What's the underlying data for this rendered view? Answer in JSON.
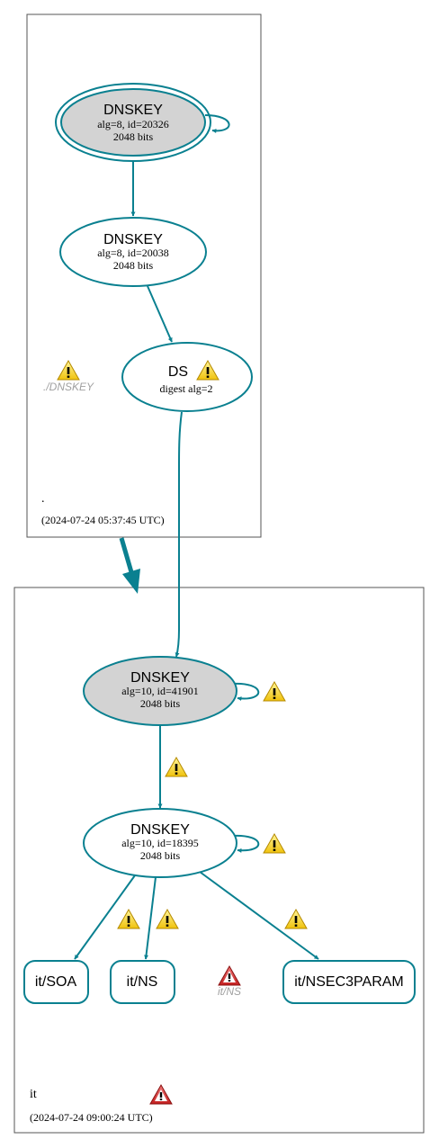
{
  "colors": {
    "edge": "#0a8090",
    "box": "#555555",
    "ksk_fill": "#d3d3d3",
    "warning_yellow": "#f2c811",
    "error_red": "#cc2a2a",
    "faded_text": "#a0a0a0"
  },
  "root_zone": {
    "label": ".",
    "timestamp": "(2024-07-24 05:37:45 UTC)",
    "ksk": {
      "title": "DNSKEY",
      "line1": "alg=8, id=20326",
      "line2": "2048 bits"
    },
    "zsk": {
      "title": "DNSKEY",
      "line1": "alg=8, id=20038",
      "line2": "2048 bits"
    },
    "ds": {
      "title": "DS",
      "line1": "digest alg=2"
    },
    "missing_rrset": "./DNSKEY"
  },
  "it_zone": {
    "label": "it",
    "timestamp": "(2024-07-24 09:00:24 UTC)",
    "ksk": {
      "title": "DNSKEY",
      "line1": "alg=10, id=41901",
      "line2": "2048 bits"
    },
    "zsk": {
      "title": "DNSKEY",
      "line1": "alg=10, id=18395",
      "line2": "2048 bits"
    },
    "rrsets": {
      "soa": "it/SOA",
      "ns": "it/NS",
      "nsec3param": "it/NSEC3PARAM"
    },
    "error_rrset": "it/NS"
  },
  "icons": {
    "warning": "warning-triangle-icon",
    "error": "error-triangle-icon"
  }
}
